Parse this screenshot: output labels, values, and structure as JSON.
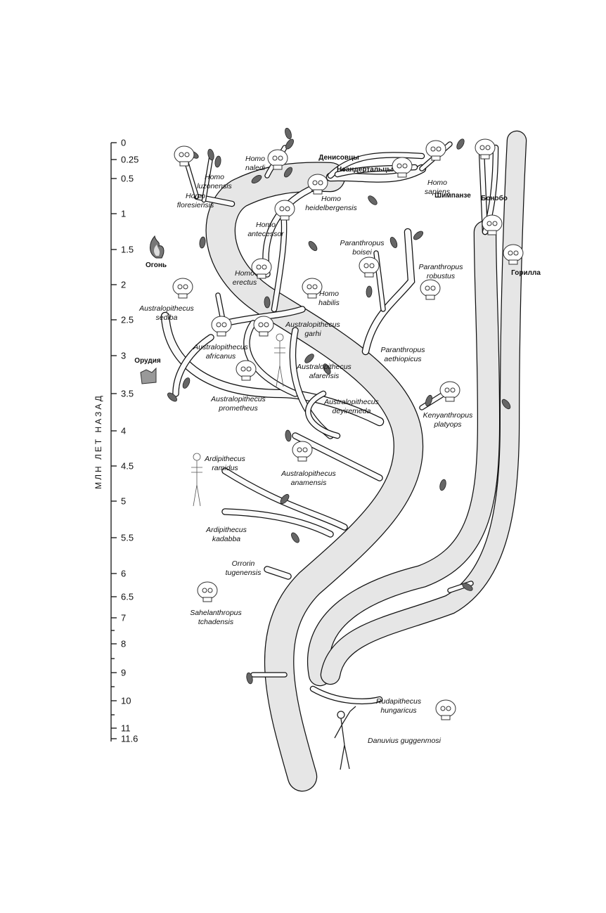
{
  "axis": {
    "title": "МЛН ЛЕТ НАЗАД",
    "ticks": [
      "0",
      "0.25",
      "0.5",
      "1",
      "1.5",
      "2",
      "2.5",
      "3",
      "3.5",
      "4",
      "4.5",
      "5",
      "5.5",
      "6",
      "6.5",
      "7",
      "8",
      "9",
      "10",
      "11",
      "11.6"
    ]
  },
  "markers": {
    "fire": "Огонь",
    "tools": "Орудия"
  },
  "apes": {
    "chimp": "Шимпанзе",
    "bonobo": "Бонобо",
    "gorilla": "Горилла"
  },
  "groups": {
    "denisovans": "Денисовцы",
    "neanderthals": "Неандертальцы"
  },
  "species": {
    "h_sapiens": [
      "Homo",
      "sapiens"
    ],
    "h_naledi": [
      "Homo",
      "naledi"
    ],
    "h_luzonensis": [
      "Homo",
      "luzonensis"
    ],
    "h_floresiensis": [
      "Homo",
      "floresiensis"
    ],
    "h_heidelbergensis": [
      "Homo",
      "heidelbergensis"
    ],
    "h_antecessor": [
      "Homo",
      "antecessor"
    ],
    "h_erectus": [
      "Homo",
      "erectus"
    ],
    "h_habilis": [
      "Homo",
      "habilis"
    ],
    "p_boisei": [
      "Paranthropus",
      "boisei"
    ],
    "p_robustus": [
      "Paranthropus",
      "robustus"
    ],
    "p_aethiopicus": [
      "Paranthropus",
      "aethiopicus"
    ],
    "a_sediba": [
      "Australopithecus",
      "sediba"
    ],
    "a_africanus": [
      "Australopithecus",
      "africanus"
    ],
    "a_garhi": [
      "Australopithecus",
      "garhi"
    ],
    "a_afarensis": [
      "Australopithecus",
      "afarensis"
    ],
    "a_prometheus": [
      "Australopithecus",
      "prometheus"
    ],
    "a_deyiremeda": [
      "Australopithecus",
      "deyiremeda"
    ],
    "a_anamensis": [
      "Australopithecus",
      "anamensis"
    ],
    "k_platyops": [
      "Kenyanthropus",
      "platyops"
    ],
    "ar_ramidus": [
      "Ardipithecus",
      "ramidus"
    ],
    "ar_kadabba": [
      "Ardipithecus",
      "kadabba"
    ],
    "o_tugenensis": [
      "Orrorin",
      "tugenensis"
    ],
    "s_tchadensis": [
      "Sahelanthropus",
      "tchadensis"
    ],
    "r_hungaricus": [
      "Rudapithecus",
      "hungaricus"
    ],
    "d_guggenmosi": [
      "Danuvius guggenmosi"
    ]
  }
}
